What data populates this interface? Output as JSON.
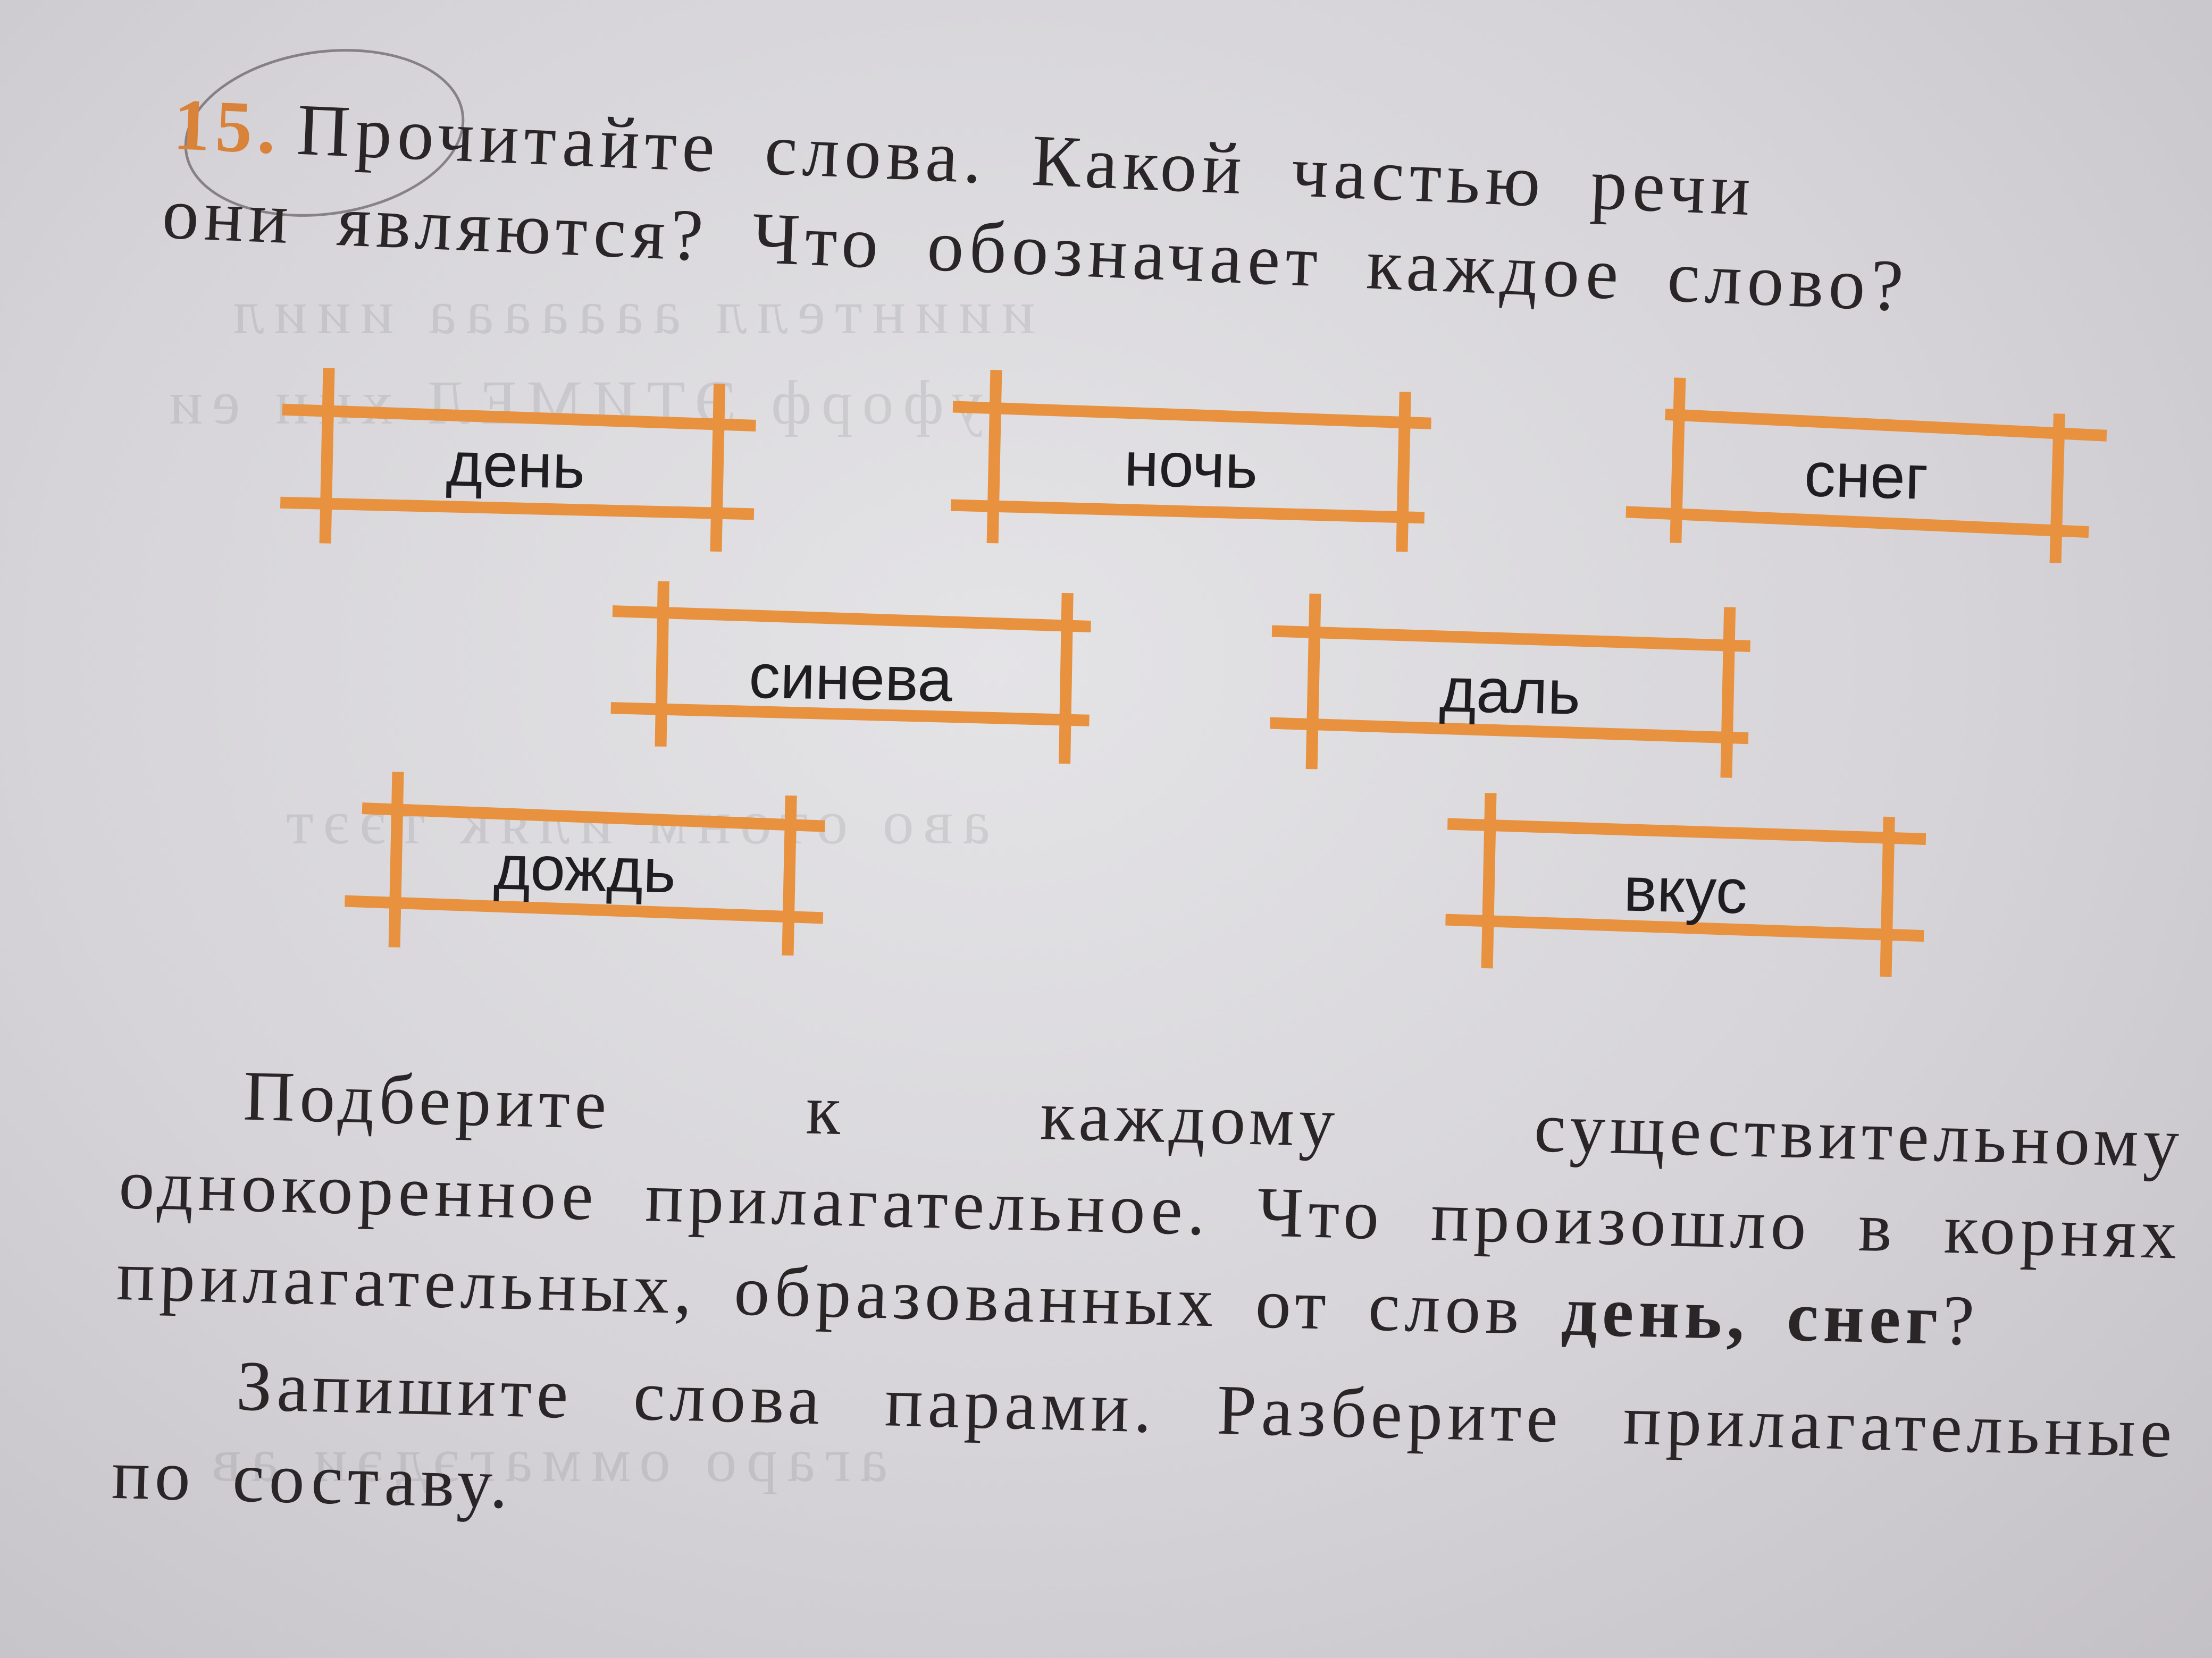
{
  "exercise": {
    "number": "15.",
    "instruction_line1": "Прочитайте слова. Какой частью речи",
    "instruction_line2": "они являются? Что обозначает каждое слово?"
  },
  "words": [
    {
      "id": "den",
      "text": "день"
    },
    {
      "id": "noch",
      "text": "ночь"
    },
    {
      "id": "sneg",
      "text": "снег"
    },
    {
      "id": "sineva",
      "text": "синева"
    },
    {
      "id": "dal",
      "text": "даль"
    },
    {
      "id": "dozhd",
      "text": "дождь"
    },
    {
      "id": "vkus",
      "text": "вкус"
    }
  ],
  "task_text": {
    "para1_before_bold": "Подберите к каждому существительному однокоренное прилагательное. Что произошло в корнях прилагательных, образованных от слов ",
    "para1_bold": "день, снег",
    "para1_after_bold": "?",
    "para2": "Запишите слова парами. Разберите прилагательные по составу."
  },
  "colors": {
    "frame_orange": "#e8913e",
    "number_orange": "#d8823a",
    "text_dark": "#2a2628",
    "paper": "#dcdadd"
  }
}
